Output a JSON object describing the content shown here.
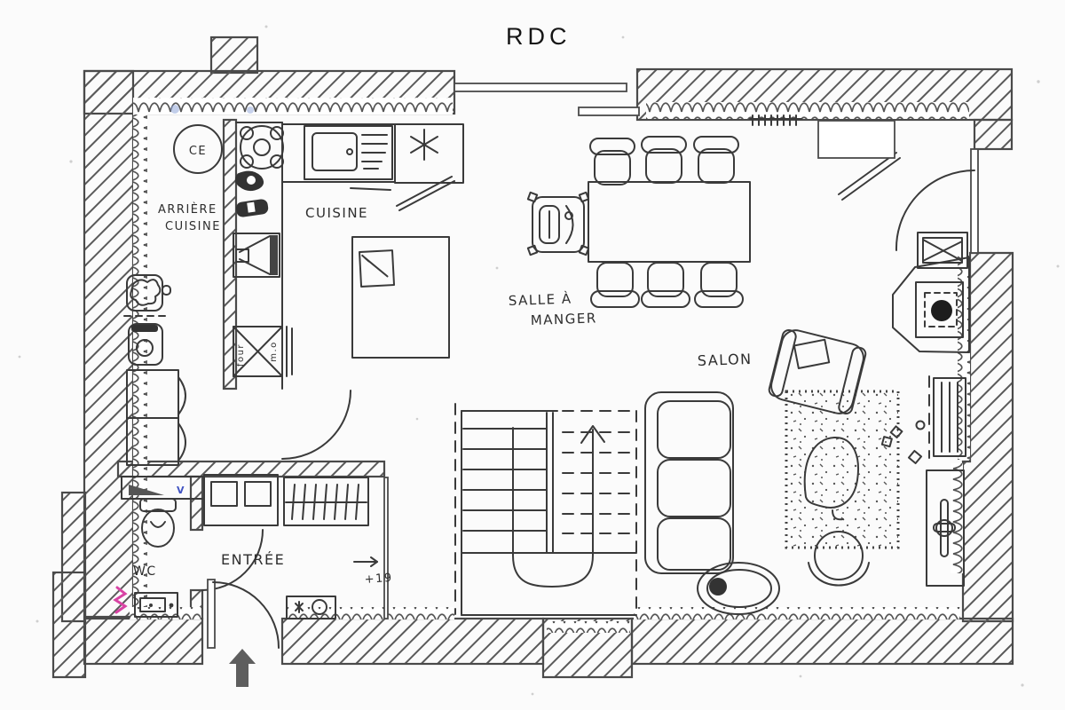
{
  "title": "RDC",
  "colors": {
    "ink": "#3a3a3a",
    "wall_line": "#4a4a4a",
    "paper": "#fbfbfb",
    "arrow_gray": "#5e5e5e",
    "accent_blue": "#4053c2",
    "accent_pink": "#d843a4"
  },
  "rooms": {
    "arriere_cuisine": {
      "line1": "ARRIÈRE",
      "line2": "CUISINE"
    },
    "cuisine": {
      "label": "CUISINE"
    },
    "salle_a_manger": {
      "line1": "SALLE À",
      "line2": "MANGER"
    },
    "salon": {
      "label": "SALON"
    },
    "wc": {
      "label": "WC"
    },
    "entree": {
      "label": "ENTRÉE"
    }
  },
  "annotations": {
    "water_heater": "CE",
    "oven": "four",
    "microwave": "m.o",
    "steps": "+19",
    "checkmark": "V"
  }
}
